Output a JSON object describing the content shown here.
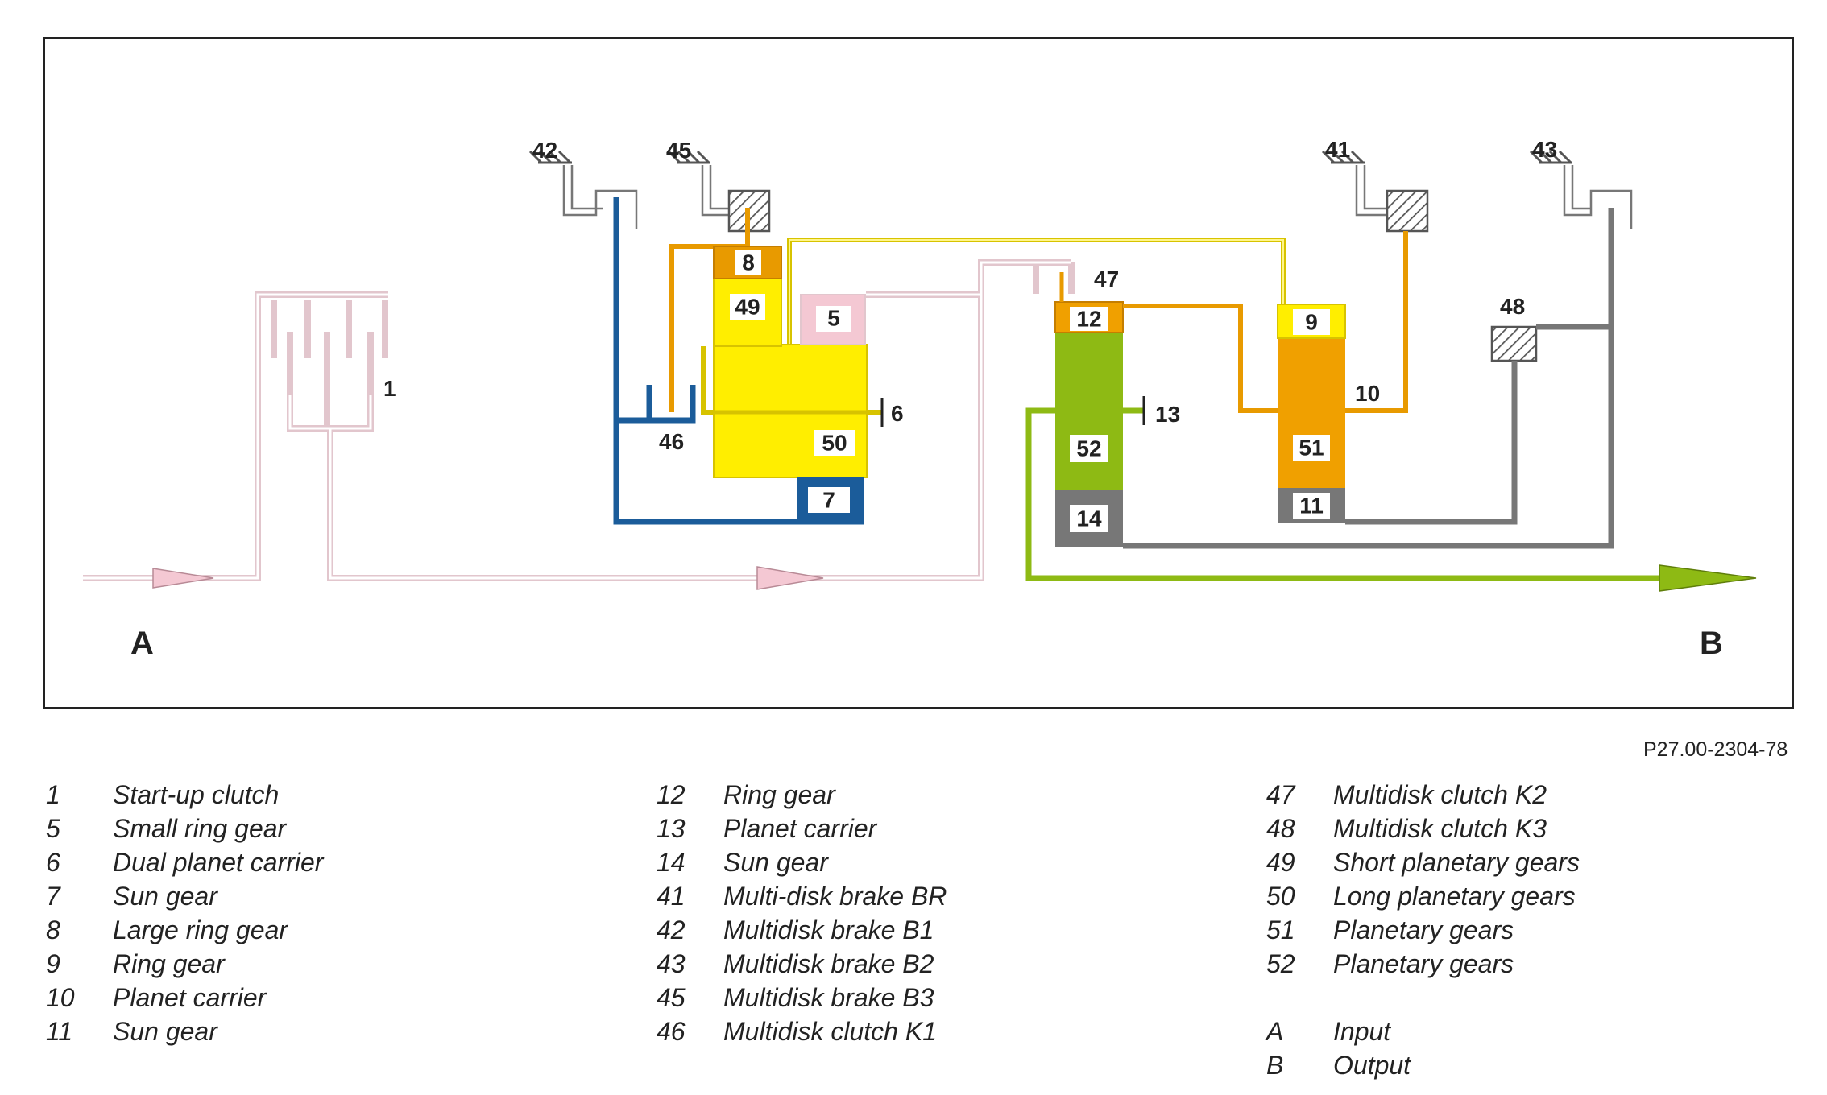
{
  "colors": {
    "pink": "#e2c6cd",
    "pink_fill": "#f4c8d3",
    "blue": "#1b5c9a",
    "orange": "#f0a000",
    "yellow": "#ffee00",
    "yellow_line": "#e6d200",
    "green": "#8eba14",
    "gray": "#777777",
    "frame": "#222222"
  },
  "diagram": {
    "input_label": "A",
    "output_label": "B",
    "boxes": {
      "b8": "8",
      "b49": "49",
      "b5": "5",
      "b50": "50",
      "b7": "7",
      "b12": "12",
      "b52": "52",
      "b14": "14",
      "b9": "9",
      "b51": "51",
      "b11": "11"
    },
    "callouts": {
      "c1": "1",
      "c6": "6",
      "c10": "10",
      "c13": "13",
      "c41": "41",
      "c42": "42",
      "c43": "43",
      "c45": "45",
      "c46": "46",
      "c47": "47",
      "c48": "48"
    }
  },
  "figure_code": "P27.00-2304-78",
  "legend": {
    "col1": [
      {
        "num": "1",
        "text": "Start-up clutch"
      },
      {
        "num": "5",
        "text": "Small ring gear"
      },
      {
        "num": "6",
        "text": "Dual planet carrier"
      },
      {
        "num": "7",
        "text": "Sun gear"
      },
      {
        "num": "8",
        "text": "Large ring gear"
      },
      {
        "num": "9",
        "text": "Ring gear"
      },
      {
        "num": "10",
        "text": "Planet carrier"
      },
      {
        "num": "11",
        "text": "Sun gear"
      }
    ],
    "col2": [
      {
        "num": "12",
        "text": "Ring gear"
      },
      {
        "num": "13",
        "text": "Planet carrier"
      },
      {
        "num": "14",
        "text": "Sun gear"
      },
      {
        "num": "41",
        "text": "Multi-disk brake BR"
      },
      {
        "num": "42",
        "text": "Multidisk brake B1"
      },
      {
        "num": "43",
        "text": "Multidisk brake B2"
      },
      {
        "num": "45",
        "text": "Multidisk brake B3"
      },
      {
        "num": "46",
        "text": "Multidisk clutch K1"
      }
    ],
    "col3": [
      {
        "num": "47",
        "text": "Multidisk clutch K2"
      },
      {
        "num": "48",
        "text": "Multidisk clutch K3"
      },
      {
        "num": "49",
        "text": "Short planetary gears"
      },
      {
        "num": "50",
        "text": "Long planetary gears"
      },
      {
        "num": "51",
        "text": "Planetary gears"
      },
      {
        "num": "52",
        "text": "Planetary gears"
      }
    ],
    "col3b": [
      {
        "num": "A",
        "text": "Input"
      },
      {
        "num": "B",
        "text": "Output"
      }
    ]
  }
}
